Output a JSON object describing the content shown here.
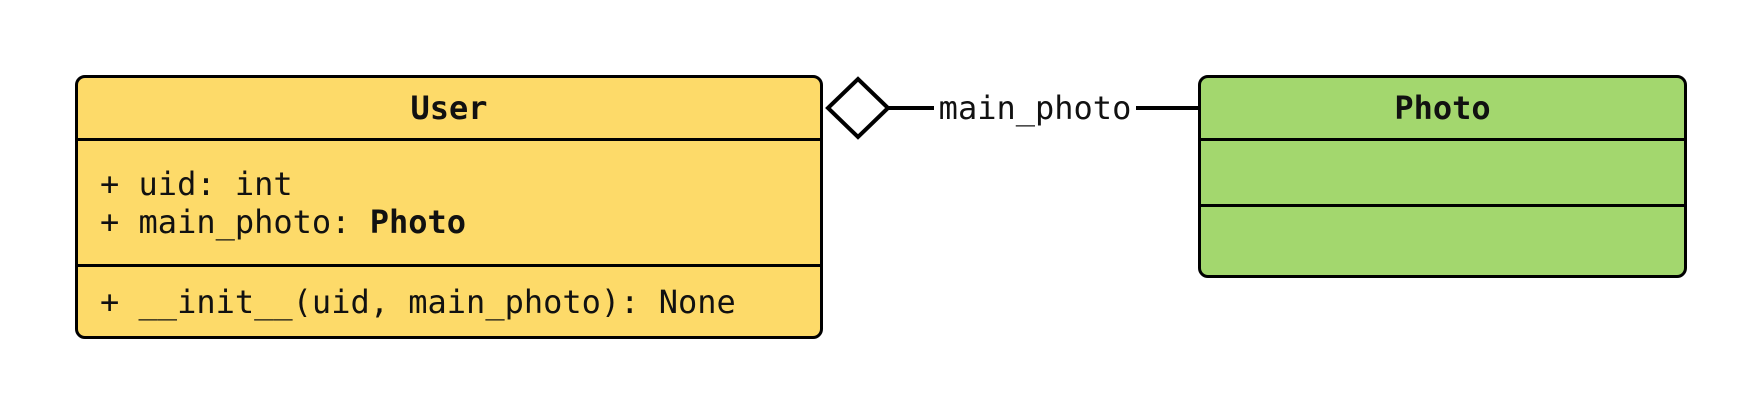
{
  "diagram": {
    "user_class": {
      "name": "User",
      "fill": "#FDDA69",
      "attributes": [
        {
          "text": "+ uid: int",
          "type": ""
        },
        {
          "text": "+ main_photo: ",
          "type": "Photo"
        }
      ],
      "methods": [
        "+ __init__(uid, main_photo): None"
      ]
    },
    "photo_class": {
      "name": "Photo",
      "fill": "#A3D76E",
      "attributes": [],
      "methods": []
    },
    "edge": {
      "label": "main_photo",
      "type": "aggregation",
      "diamond_fill": "#FFFFFF",
      "line_color": "#000000"
    }
  }
}
